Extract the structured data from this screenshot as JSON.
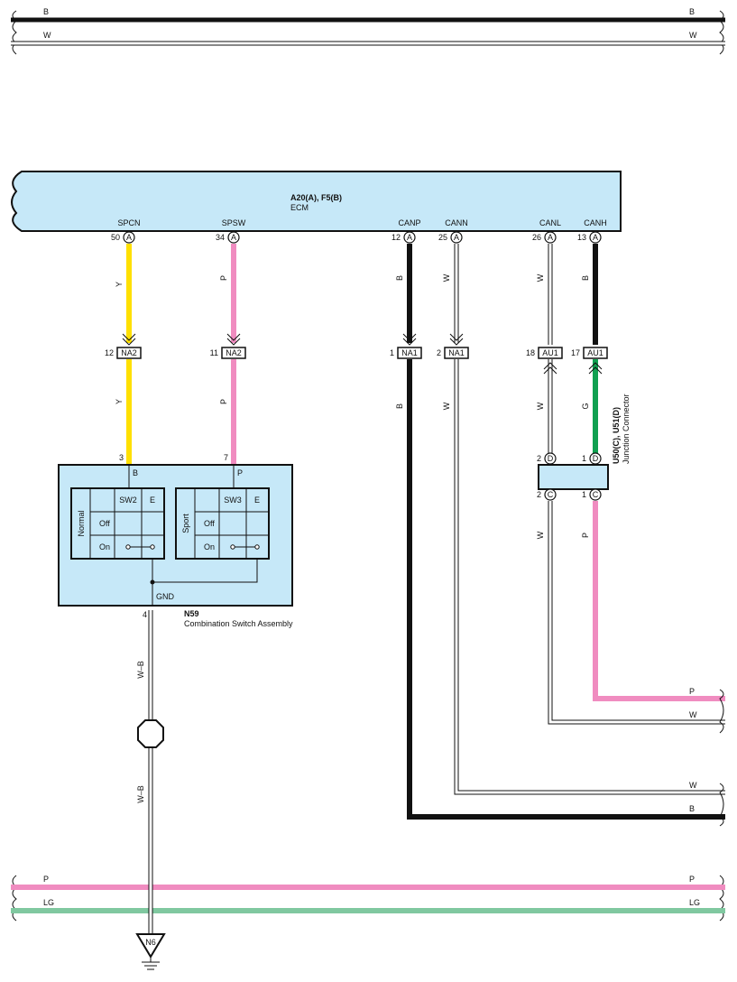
{
  "top_bus": {
    "b_left": "B",
    "b_right": "B",
    "w_left": "W",
    "w_right": "W"
  },
  "bottom_bus": {
    "p_left": "P",
    "p_right": "P",
    "lg_left": "LG",
    "lg_right": "LG"
  },
  "ecm": {
    "connectors": "A20(A), F5(B)",
    "name": "ECM",
    "pins": [
      {
        "label": "SPCN",
        "num": "50",
        "conn": "A"
      },
      {
        "label": "SPSW",
        "num": "34",
        "conn": "A"
      },
      {
        "label": "CANP",
        "num": "12",
        "conn": "A"
      },
      {
        "label": "CANN",
        "num": "25",
        "conn": "A"
      },
      {
        "label": "CANL",
        "num": "26",
        "conn": "A"
      },
      {
        "label": "CANH",
        "num": "13",
        "conn": "A"
      }
    ]
  },
  "wires": {
    "spcn_top": "Y",
    "spcn_bot": "Y",
    "spsw_top": "P",
    "spsw_bot": "P",
    "canp_top": "B",
    "canp_bot": "B",
    "cann_top": "W",
    "cann_bot": "W",
    "canl_top": "W",
    "canl_mid": "W",
    "canl_bot": "W",
    "canh_top": "B",
    "canh_mid": "G",
    "canh_bot": "P",
    "gnd_top": "W–B",
    "gnd_bot": "W–B"
  },
  "inline": [
    {
      "num": "12",
      "name": "NA2"
    },
    {
      "num": "11",
      "name": "NA2"
    },
    {
      "num": "1",
      "name": "NA1"
    },
    {
      "num": "2",
      "name": "NA1"
    },
    {
      "num": "18",
      "name": "AU1"
    },
    {
      "num": "17",
      "name": "AU1"
    }
  ],
  "junction": {
    "id": "U50(C), U51(D)",
    "name": "Junction Connector",
    "pin_tl": "2",
    "pin_tl_conn": "D",
    "pin_tr": "1",
    "pin_tr_conn": "D",
    "pin_bl": "2",
    "pin_bl_conn": "C",
    "pin_br": "1",
    "pin_br_conn": "C"
  },
  "switch": {
    "id": "N59",
    "name": "Combination Switch Assembly",
    "pin3": "3",
    "pin3_color": "B",
    "pin7": "7",
    "pin7_color": "P",
    "pin4": "4",
    "gnd": "GND",
    "normal": {
      "mode": "Normal",
      "sw": "SW2",
      "e": "E",
      "off": "Off",
      "on": "On"
    },
    "sport": {
      "mode": "Sport",
      "sw": "SW3",
      "e": "E",
      "off": "Off",
      "on": "On"
    }
  },
  "right_exits": {
    "p": "P",
    "w1": "W",
    "w2": "W",
    "b": "B"
  },
  "ground": {
    "id": "N6"
  },
  "colors": {
    "yellow": "#ffe000",
    "pink": "#f08cc0",
    "black": "#111111",
    "green": "#10a050",
    "light_green": "#80c8a0",
    "box_fill": "#c6e8f8"
  }
}
